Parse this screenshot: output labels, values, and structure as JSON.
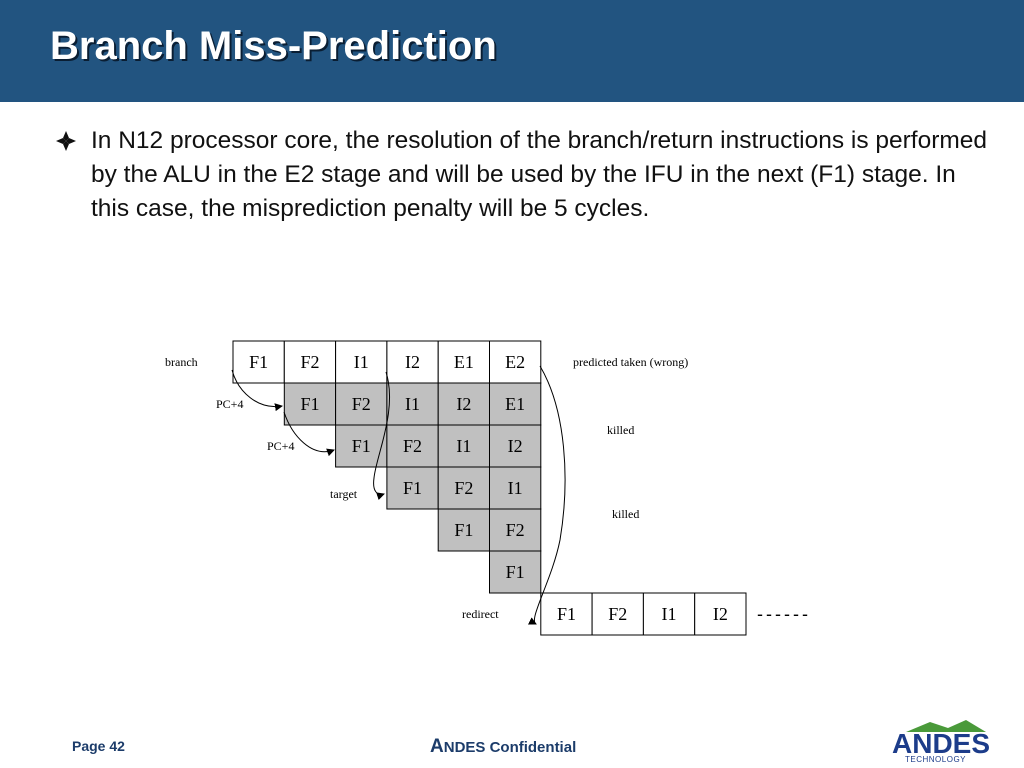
{
  "slide": {
    "title": "Branch Miss-Prediction",
    "bullet_text": "In N12 processor core, the resolution of the branch/return instructions is performed by the ALU in the E2 stage and will be used by the IFU in the next (F1) stage.  In this case, the misprediction penalty will be 5 cycles."
  },
  "colors": {
    "title_bar": "#225480",
    "killed_cell": "#c0c0c0",
    "normal_cell": "#ffffff",
    "footer_text": "#1c3c6a",
    "logo_blue": "#1c3c8a",
    "logo_green": "#4a9a3a"
  },
  "diagram": {
    "rows": [
      {
        "label": "branch",
        "stages": [
          "F1",
          "F2",
          "I1",
          "I2",
          "E1",
          "E2"
        ],
        "killed": false
      },
      {
        "label": "PC+4",
        "stages": [
          "F1",
          "F2",
          "I1",
          "I2",
          "E1"
        ],
        "killed": true
      },
      {
        "label": "PC+4",
        "stages": [
          "F1",
          "F2",
          "I1",
          "I2"
        ],
        "killed": true
      },
      {
        "label": "target",
        "stages": [
          "F1",
          "F2",
          "I1"
        ],
        "killed": true
      },
      {
        "label": "",
        "stages": [
          "F1",
          "F2"
        ],
        "killed": true
      },
      {
        "label": "",
        "stages": [
          "F1"
        ],
        "killed": true
      },
      {
        "label": "redirect",
        "stages": [
          "F1",
          "F2",
          "I1",
          "I2"
        ],
        "killed": false
      }
    ],
    "annotations": {
      "predicted": "predicted taken (wrong)",
      "killed_1": "killed",
      "killed_2": "killed",
      "continuation": "------"
    }
  },
  "footer": {
    "page": "Page 42",
    "confidential_first": "A",
    "confidential_rest": "NDES Confidential",
    "logo_word": "ANDES",
    "logo_sub": "TECHNOLOGY"
  }
}
